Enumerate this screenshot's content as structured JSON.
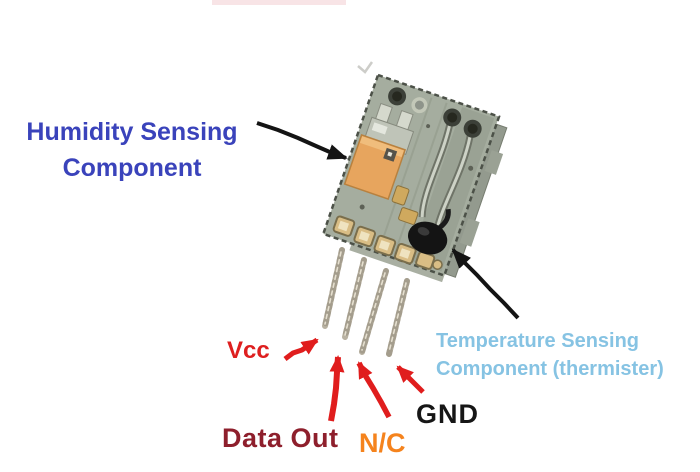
{
  "labels": {
    "humidity": {
      "line1": "Humidity Sensing",
      "line2": "Component",
      "color": "#3a43bb"
    },
    "temperature": {
      "line1": "Temperature Sensing",
      "line2": "Component (thermister)",
      "color": "#86c3e3"
    },
    "pins": [
      {
        "name": "Vcc",
        "color": "#de1f1f"
      },
      {
        "name": "Data Out",
        "color": "#8e1f2c"
      },
      {
        "name": "N/C",
        "color": "#f5831d"
      },
      {
        "name": "GND",
        "color": "#161616"
      }
    ]
  },
  "colors": {
    "background": "#ffffff",
    "arrow_black": "#141414",
    "arrow_red": "#e01d1d",
    "pcb": "#a5ad9f",
    "pcb_side": "#939a8e",
    "pcb_edge": "#4c5148",
    "humidity_chip": "#e7a55e",
    "sensor_housing": "#bfc4b8",
    "thermistor": "#141414",
    "pin_metal": "#b9b2a2",
    "solder_pad": "#d9bd85",
    "solder_joint": "#3c4038"
  }
}
